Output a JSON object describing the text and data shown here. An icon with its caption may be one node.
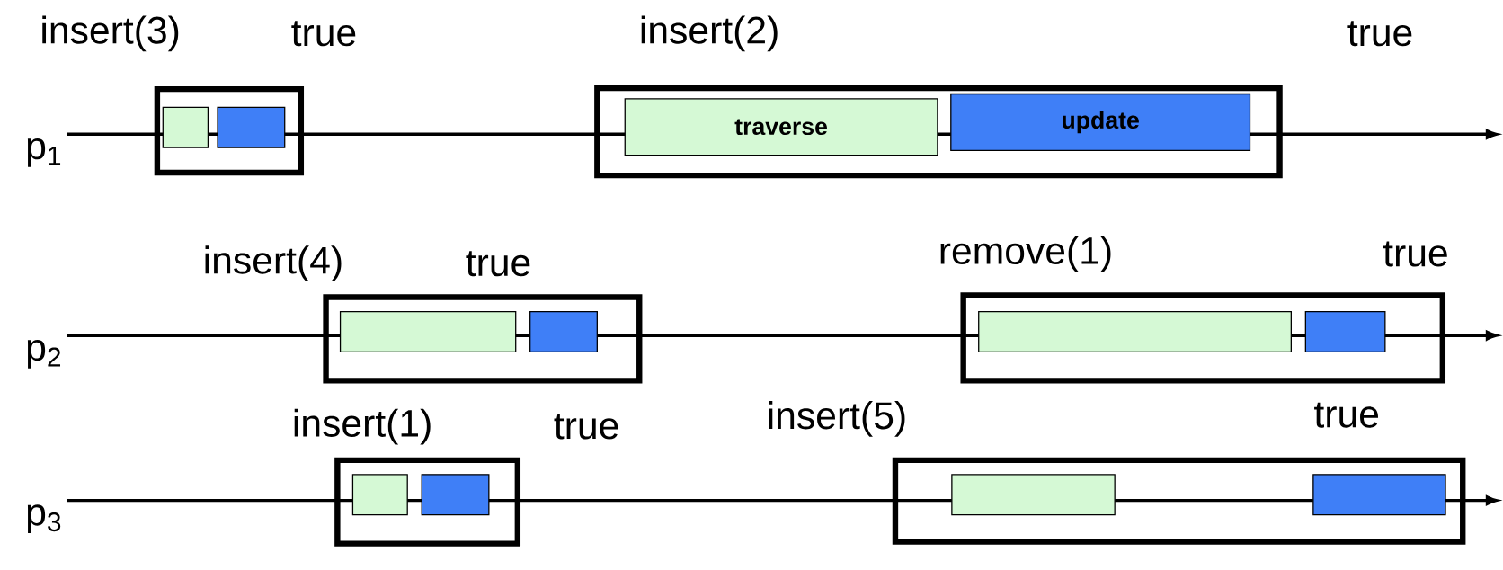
{
  "diagram": {
    "nodes": [
      {
        "text": [
          "p$_{1}$"
        ]
      },
      {
        "text": [
          "insert(3)",
          "true"
        ]
      },
      {
        "text": [],
        "shape": "box",
        "in": 1
      },
      {
        "text": [],
        "shape": "box",
        "in": 1
      },
      {
        "text": [
          "insert(2)",
          "true"
        ]
      },
      {
        "text": [
          "traverse"
        ],
        "in": 4
      },
      {
        "text": [
          "update"
        ],
        "in": 4
      },
      {
        "text": [
          "p$_{2}$"
        ]
      },
      {
        "text": [
          "insert(4)",
          "true"
        ]
      },
      {
        "text": [],
        "shape": "box",
        "in": 8
      },
      {
        "text": [],
        "shape": "box",
        "in": 8
      },
      {
        "text": [
          "remove(1)",
          "true"
        ]
      },
      {
        "text": [],
        "shape": "box",
        "in": 11
      },
      {
        "text": [],
        "shape": "box",
        "in": 11
      },
      {
        "text": [
          "p$_{3}$"
        ]
      },
      {
        "text": [
          "insert(1)",
          "true"
        ]
      },
      {
        "text": [],
        "shape": "box",
        "in": 15
      },
      {
        "text": [],
        "shape": "box",
        "in": 15
      },
      {
        "text": [
          "insert(5)",
          "true"
        ]
      },
      {
        "text": [],
        "shape": "box",
        "in": 18
      },
      {
        "text": [],
        "shape": "box",
        "in": 18
      }
    ],
    "edges": [
      {
        "from": 0,
        "to": null,
        "arrow": "to"
      },
      {
        "from": 7,
        "to": null,
        "arrow": "to"
      },
      {
        "from": 14,
        "to": null,
        "arrow": "to"
      }
    ]
  }
}
